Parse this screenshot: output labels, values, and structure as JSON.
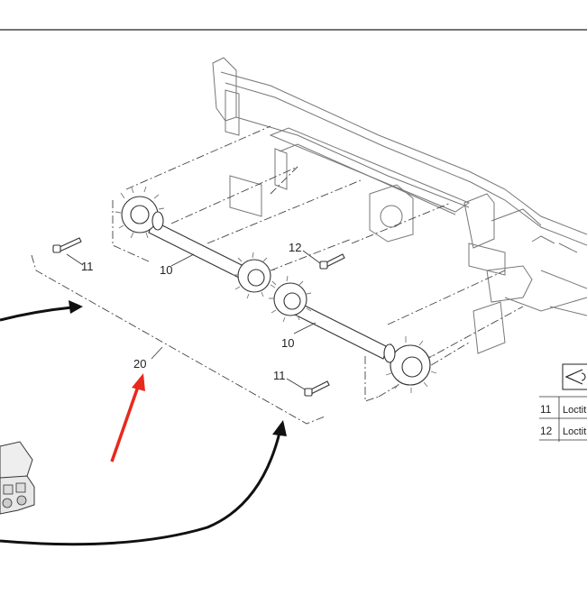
{
  "callouts": {
    "shaft_upper": "10",
    "shaft_lower": "10",
    "bolt_left": "11",
    "bolt_lower": "11",
    "bolt_upper": "12",
    "assembly": "20"
  },
  "parts_table": {
    "rows": [
      {
        "num": "11",
        "text": "Loctit"
      },
      {
        "num": "12",
        "text": "Loctit"
      }
    ]
  },
  "annotation_colors": {
    "black_arrows": "#111111",
    "red_arrow": "#e8291c"
  }
}
